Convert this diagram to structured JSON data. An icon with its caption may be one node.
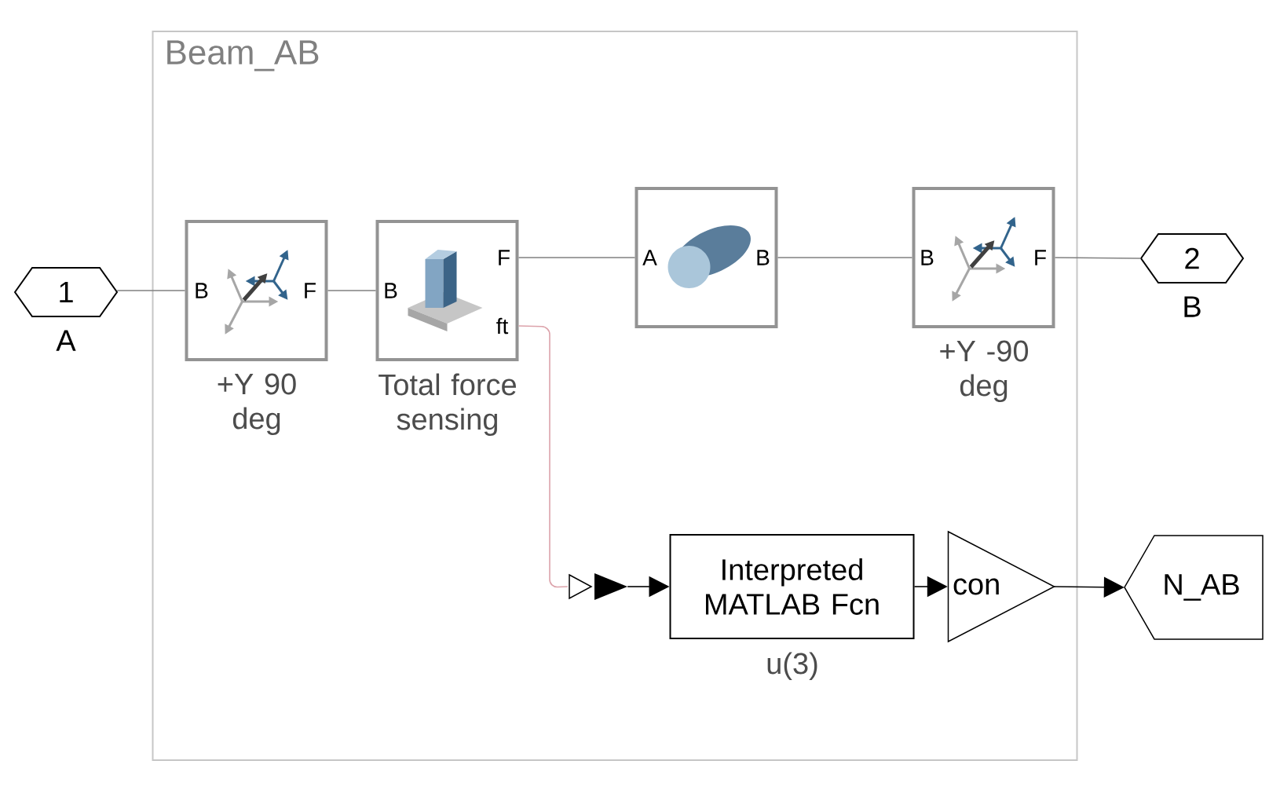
{
  "diagram": {
    "nodes": [
      {
        "text": [
          "Beam_AB"
        ]
      },
      {
        "text": [
          "1"
        ],
        "beside": [
          "A"
        ]
      },
      {
        "text": [
          "B",
          "F"
        ],
        "in": 0,
        "beside": [
          "+Y 90 deg"
        ]
      },
      {
        "text": [
          "B",
          "F",
          "ft"
        ],
        "in": 0,
        "beside": [
          "Total force sensing"
        ]
      },
      {
        "text": [
          "A",
          "B"
        ],
        "in": 0
      },
      {
        "text": [
          "B",
          "F"
        ],
        "in": 0,
        "beside": [
          "+Y -90 deg"
        ]
      },
      {
        "text": [
          "2"
        ],
        "beside": [
          "B"
        ]
      },
      {
        "text": [
          "Interpreted MATLAB Fcn"
        ],
        "in": 0,
        "beside": [
          "u(3)"
        ]
      },
      {
        "text": [
          "con"
        ],
        "in": 0
      },
      {
        "text": [
          "N_AB"
        ]
      },
      {
        "text": [],
        "shape": "triangle",
        "in": 0
      }
    ],
    "edges": [
      {
        "from": 1,
        "to": 2,
        "arrow": "none"
      },
      {
        "from": 2,
        "to": 3,
        "arrow": "none"
      },
      {
        "from": 3,
        "to": 4,
        "arrow": "none"
      },
      {
        "from": 4,
        "to": 5,
        "arrow": "none"
      },
      {
        "from": 5,
        "to": 6,
        "arrow": "none"
      },
      {
        "from": 3,
        "to": 10,
        "arrow": "none",
        "color": "#dca3ab"
      },
      {
        "from": 10,
        "to": 7,
        "arrow": "to",
        "color": "#000000"
      },
      {
        "from": 7,
        "to": 8,
        "arrow": "to",
        "color": "#000000"
      },
      {
        "from": 8,
        "to": 9,
        "arrow": "to",
        "color": "#000000"
      }
    ]
  }
}
